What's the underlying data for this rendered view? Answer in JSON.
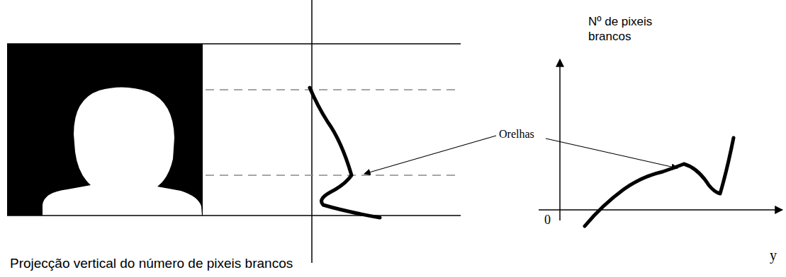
{
  "diagram": {
    "labels": [
      "Orelhas",
      "Nº de pixeis brancos",
      "0",
      "y"
    ],
    "caption": "Projecção vertical do número de pixeis brancos"
  }
}
